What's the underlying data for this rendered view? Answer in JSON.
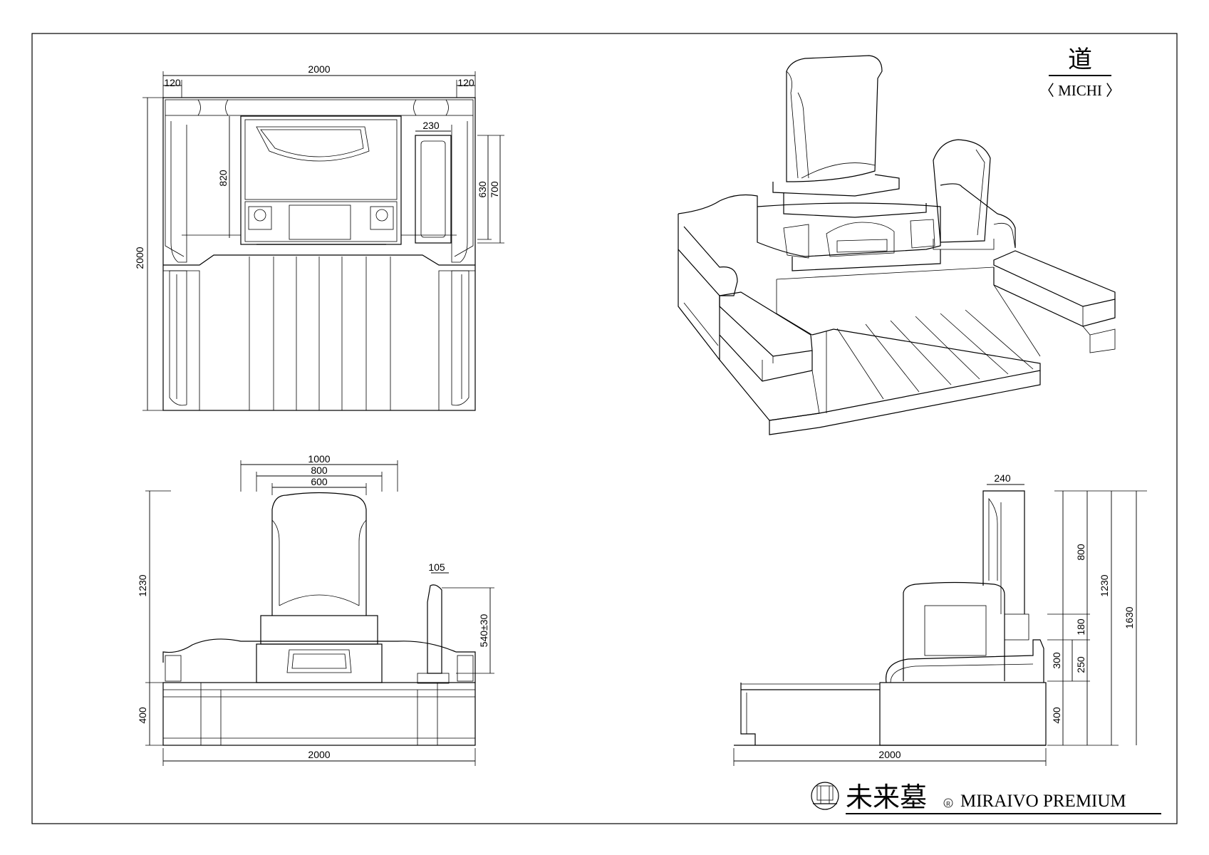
{
  "title": {
    "kanji": "道",
    "romaji": "〈 MICHI 〉"
  },
  "brand": {
    "name_jp": "未来墓",
    "registered": "R",
    "name_en": "MIRAIVO  PREMIUM"
  },
  "plan_view": {
    "width_top": "2000",
    "margin_left": "120",
    "margin_right": "120",
    "depth_left": "2000",
    "inner_depth": "820",
    "vase_width": "230",
    "vase_depth_a": "630",
    "vase_depth_b": "700"
  },
  "front_view": {
    "width_1000": "1000",
    "width_800": "800",
    "width_600": "600",
    "height_1230": "1230",
    "height_400": "400",
    "stele_thick": "105",
    "stele_height": "540±30",
    "width_bottom": "2000"
  },
  "side_view": {
    "thick_240": "240",
    "h800": "800",
    "h1230": "1230",
    "h1630": "1630",
    "h180": "180",
    "h300": "300",
    "h250": "250",
    "h400": "400",
    "width_bottom": "2000"
  }
}
